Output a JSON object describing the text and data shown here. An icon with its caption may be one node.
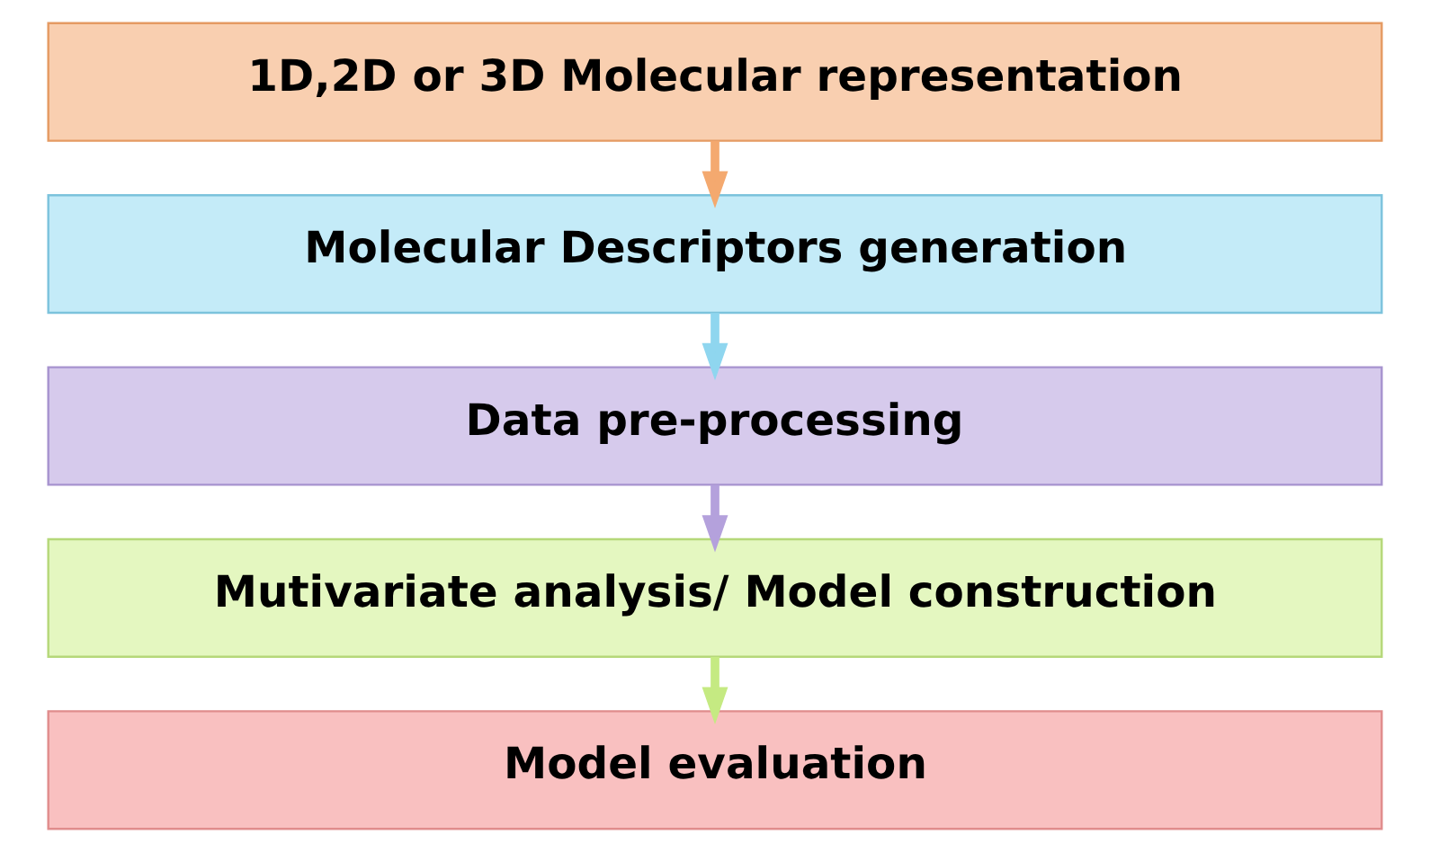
{
  "diagram": {
    "nodes": [
      {
        "text": [
          "1D,2D or 3D Molecular representation"
        ]
      },
      {
        "text": [
          "Molecular Descriptors generation"
        ]
      },
      {
        "text": [
          "Data pre-processing"
        ]
      },
      {
        "text": [
          "Mutivariate analysis/ Model construction"
        ]
      },
      {
        "text": [
          "Model evaluation"
        ]
      }
    ],
    "edges": [
      {
        "from": 0,
        "to": 1,
        "arrow": "to",
        "color": "#f4a96f"
      },
      {
        "from": 1,
        "to": 2,
        "arrow": "to",
        "color": "#8fd6ef"
      },
      {
        "from": 2,
        "to": 3,
        "arrow": "to",
        "color": "#b4a1dc"
      },
      {
        "from": 3,
        "to": 4,
        "arrow": "to",
        "color": "#c5ea82"
      }
    ]
  }
}
